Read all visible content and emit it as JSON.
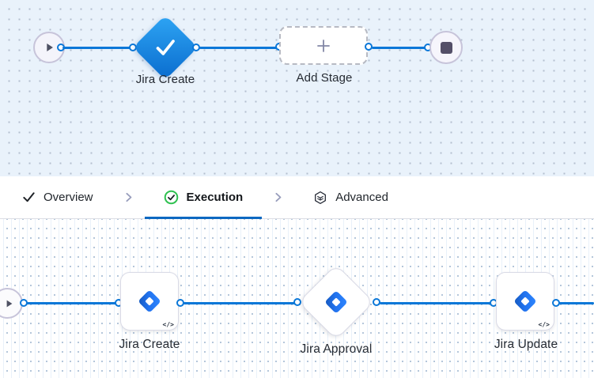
{
  "stage_canvas": {
    "stage_label": "Jira Create",
    "add_stage_label": "Add Stage"
  },
  "tabs": {
    "overview": {
      "label": "Overview",
      "icon": "check-icon",
      "active": false
    },
    "execution": {
      "label": "Execution",
      "icon": "check-circle-icon",
      "active": true
    },
    "advanced": {
      "label": "Advanced",
      "icon": "cube-icon",
      "active": false
    }
  },
  "execution_canvas": {
    "steps": [
      {
        "label": "Jira Create",
        "badge": "</>",
        "icon": "jira-icon",
        "shape": "rounded-square"
      },
      {
        "label": "Jira Approval",
        "icon": "jira-icon",
        "shape": "diamond"
      },
      {
        "label": "Jira Update",
        "badge": "</>",
        "icon": "jira-icon",
        "shape": "rounded-square"
      }
    ]
  },
  "colors": {
    "connector_blue": "#0a77d8",
    "active_tab_underline": "#0d68c1",
    "stage_gradient_top": "#2ea5f4",
    "stage_gradient_bottom": "#0a6cce",
    "execution_check_green": "#2fc150",
    "jira_blue": "#2172ee",
    "jira_blue_dark": "#1558bc",
    "top_canvas_bg": "#e9f2fb",
    "node_border": "#d9dae6",
    "start_stop_glyph": "#544f68"
  }
}
